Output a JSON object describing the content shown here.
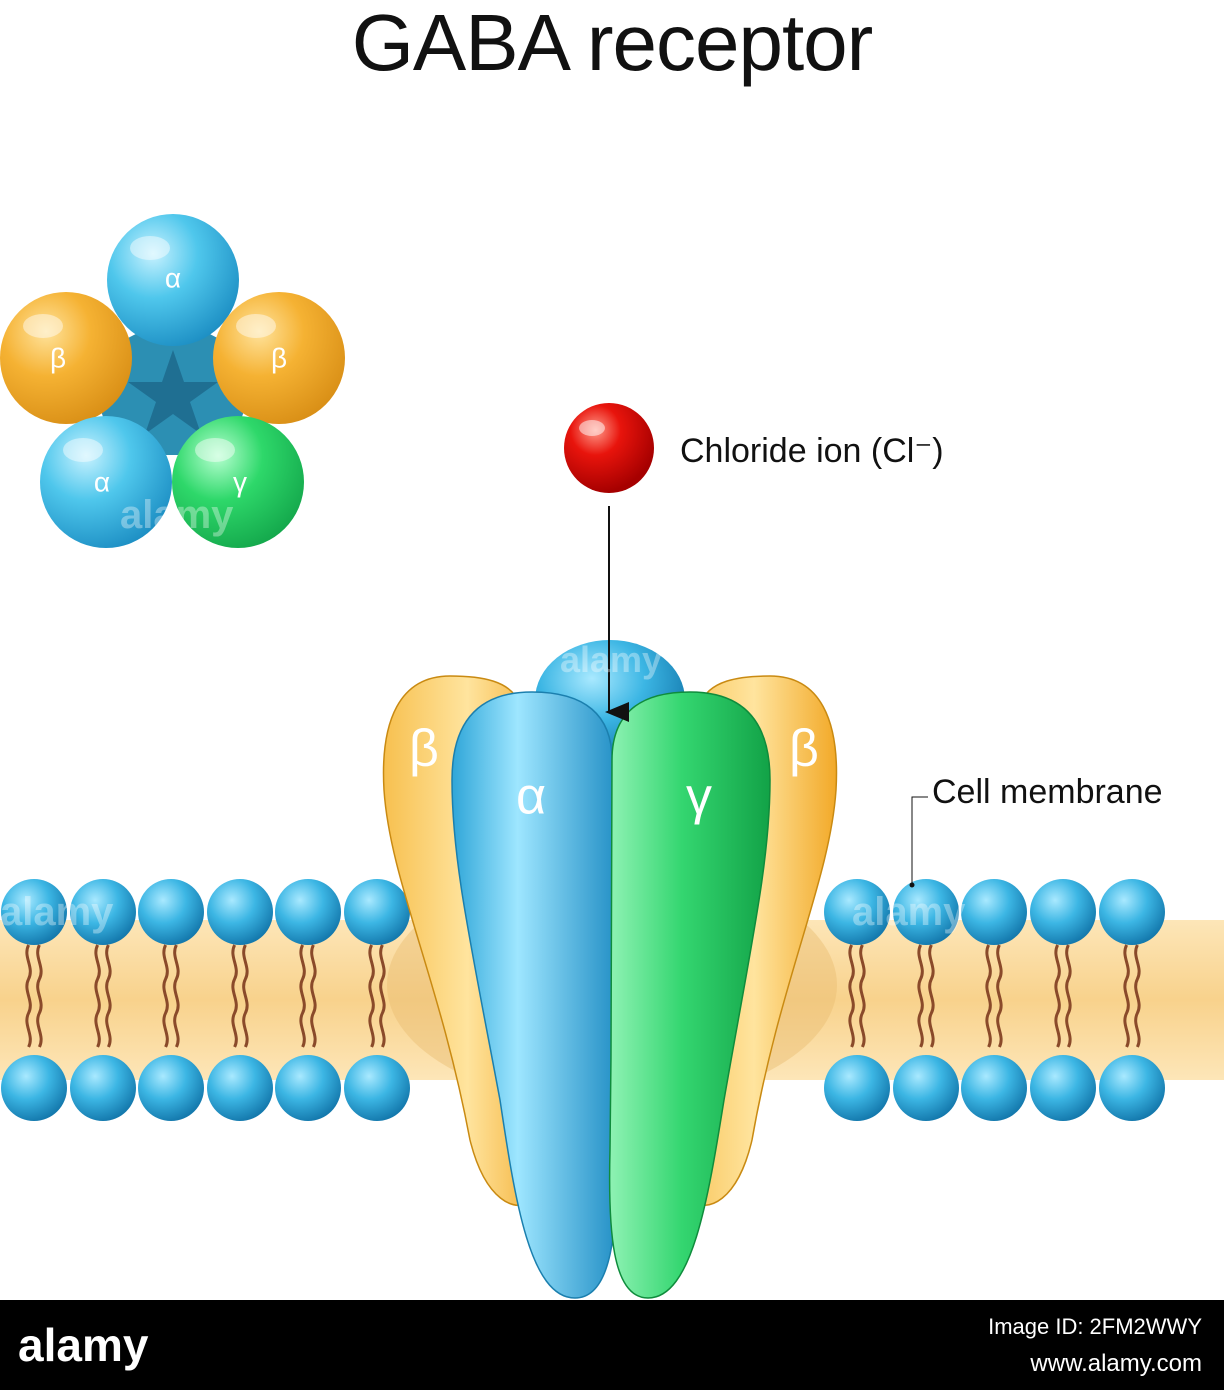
{
  "title": "GABA receptor",
  "top_view": {
    "subunits": [
      "α",
      "β",
      "β",
      "α",
      "γ"
    ],
    "colors": {
      "alpha": "#4fc7ec",
      "beta": "#f5b233",
      "gamma": "#2ed86a"
    }
  },
  "side_view": {
    "labels": {
      "beta_left": "β",
      "alpha": "α",
      "gamma": "γ",
      "beta_right": "β"
    }
  },
  "ion_label": "Chloride ion (Cl⁻)",
  "membrane_label": "Cell membrane",
  "watermark": "alamy",
  "footer": {
    "logo": "alamy",
    "image_id": "Image ID: 2FM2WWY",
    "url": "www.alamy.com"
  }
}
